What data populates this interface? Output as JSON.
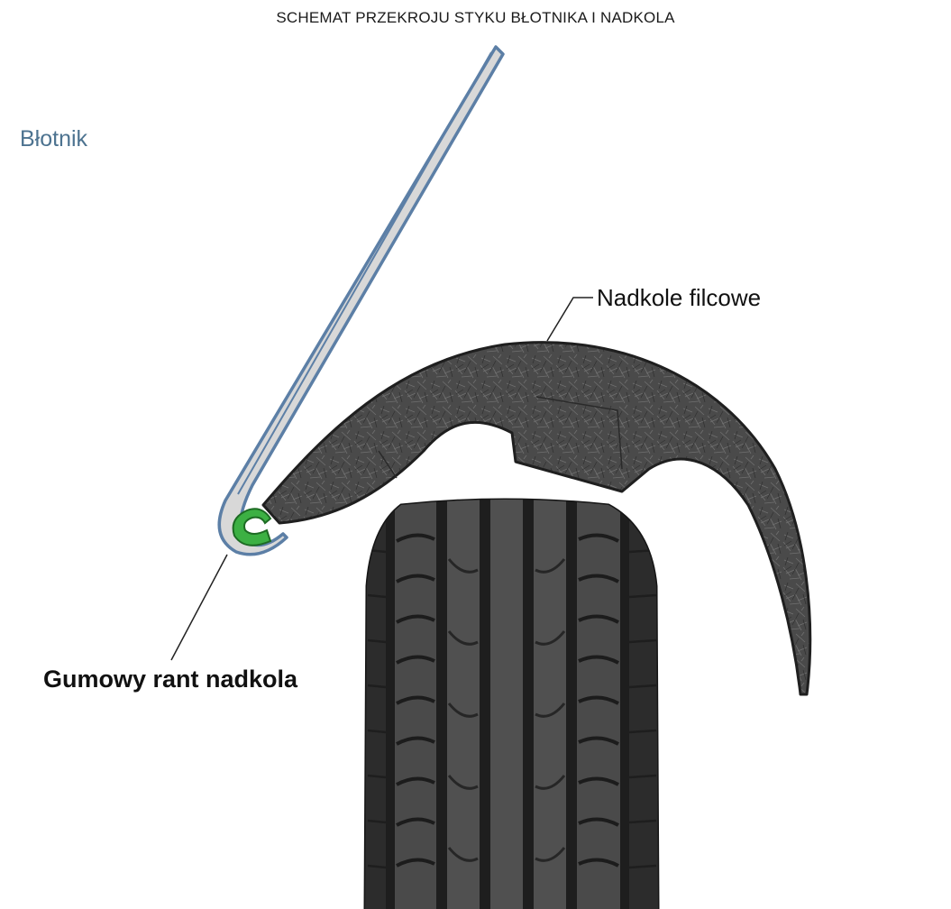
{
  "title": "SCHEMAT PRZEKROJU STYKU BŁOTNIKA I NADKOLA",
  "labels": {
    "fender": "Błotnik",
    "felt_liner": "Nadkole filcowe",
    "rubber_rim": "Gumowy rant nadkola"
  },
  "colors": {
    "fender_outline": "#5c7fa6",
    "fender_inner": "#d8d8d8",
    "felt": "#4a4a4a",
    "rubber_rim": "#3cb043",
    "tire": "#3a3a3a",
    "fender_label": "#4d7390"
  }
}
